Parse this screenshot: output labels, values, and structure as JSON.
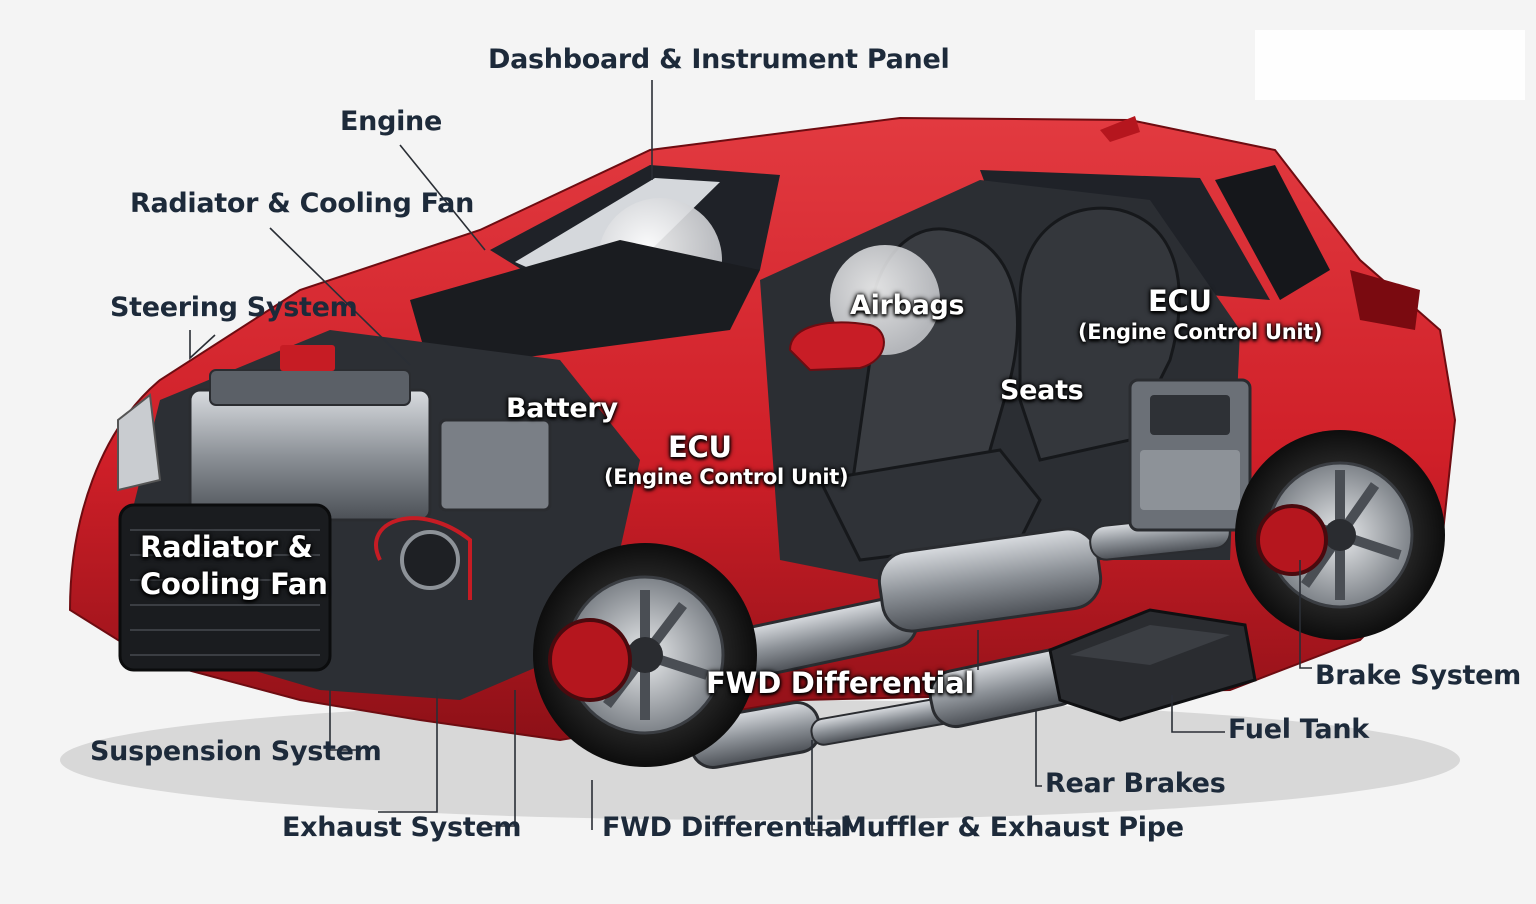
{
  "labels": {
    "dashboard": "Dashboard & Instrument Panel",
    "engine": "Engine",
    "radiator_top": "Radiator & Cooling Fan",
    "steering": "Steering System",
    "battery": "Battery",
    "airbags": "Airbags",
    "ecu_rear_title": "ECU",
    "ecu_rear_sub": "(Engine Control Unit)",
    "ecu_front_title": "ECU",
    "ecu_front_sub": "(Engine Control Unit)",
    "seats": "Seats",
    "radiator_front_line1": "Radiator &",
    "radiator_front_line2": "Cooling Fan",
    "fwd_diff_body": "FWD Differential",
    "brake_system": "Brake System",
    "fuel_tank": "Fuel Tank",
    "rear_brakes": "Rear Brakes",
    "suspension": "Suspension System",
    "exhaust": "Exhaust System",
    "fwd_diff_bottom": "FWD Differential",
    "muffler": "Muffler & Exhaust Pipe"
  },
  "colors": {
    "body": "#cf1f28",
    "body_dark": "#8d1017",
    "glass": "#1f2228",
    "interior": "#2b2e33",
    "seat": "#3a3d42",
    "metal": "#9a9fa6",
    "label_dark": "#1d2a3a"
  }
}
